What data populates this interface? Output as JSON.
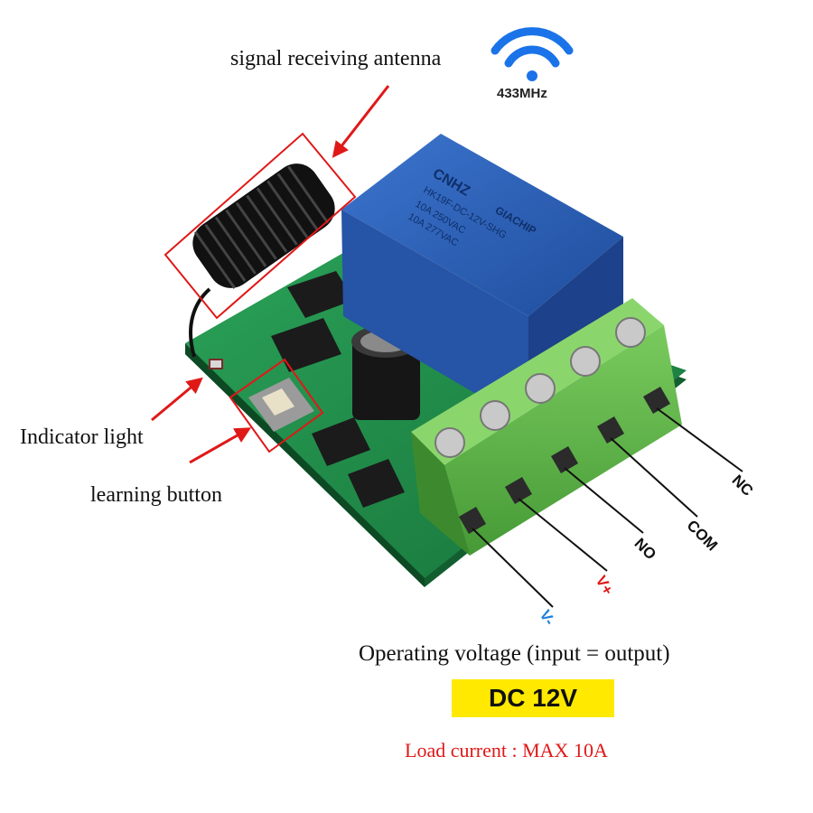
{
  "annotations": {
    "antenna": "signal receiving antenna",
    "indicator": "Indicator light",
    "button": "learning button"
  },
  "badge": {
    "frequency": "433MHz",
    "icon": "wifi-signal-icon",
    "color": "#1a73e8"
  },
  "terminals": [
    "V-",
    "V+",
    "NO",
    "COM",
    "NC"
  ],
  "terminal_colors": {
    "V-": "#1e7fd8",
    "V+": "#e01818",
    "NO": "#111111",
    "COM": "#111111",
    "NC": "#111111"
  },
  "relay_markings": {
    "brand": "CNHZ",
    "model": "HK19F-DC-12V-SHG",
    "maker": "GIACHIP",
    "rating1": "10A 250VAC",
    "rating2": "10A 277VAC"
  },
  "specs": {
    "voltage_caption": "Operating voltage (input = output)",
    "voltage_value": "DC 12V",
    "load": "Load current : MAX 10A"
  },
  "colors": {
    "pcb": "#1f8f4a",
    "relay": "#2a5fb8",
    "terminal_block": "#5fb84a",
    "arrow": "#e01818",
    "highlight_box": "#e01818"
  }
}
